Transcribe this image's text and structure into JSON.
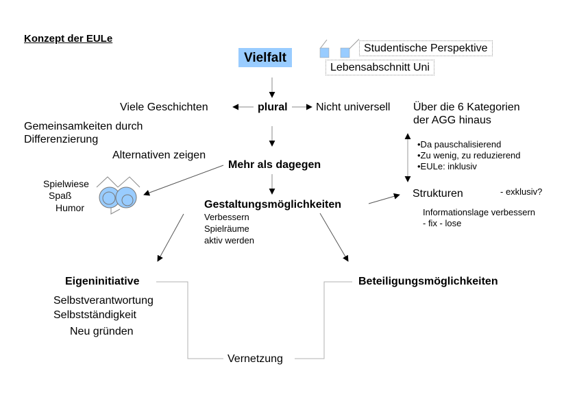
{
  "title": "Konzept der EULe",
  "central": "Vielfalt",
  "perspectives": [
    "Studentische Perspektive",
    "Lebensabschnitt Uni"
  ],
  "plural": {
    "label": "plural",
    "left": "Viele Geschichten",
    "right": "Nicht universell"
  },
  "gemeinsamkeiten": [
    "Gemeinsamkeiten durch",
    "Differenzierung"
  ],
  "alternativen": "Alternativen zeigen",
  "mehr": "Mehr als dagegen",
  "spiel": [
    "Spielwiese",
    "Spaß",
    "Humor"
  ],
  "kategorien": [
    "Über die 6 Kategorien",
    "der AGG hinaus"
  ],
  "bullets": [
    "•Da pauschalisierend",
    "•Zu wenig, zu reduzierend",
    "•EULe: inklusiv"
  ],
  "strukturen": {
    "label": "Strukturen",
    "note": "- exklusiv?",
    "info": [
      "Informationslage verbessern",
      "- fix - lose"
    ]
  },
  "gestaltung": {
    "label": "Gestaltungsmöglichkeiten",
    "items": [
      "Verbessern",
      "Spielräume",
      "aktiv werden"
    ]
  },
  "eigen": {
    "label": "Eigeninitiative",
    "items": [
      "Selbstverantwortung",
      "Selbstständigkeit",
      "Neu gründen"
    ]
  },
  "beteiligung": "Beteiligungsmöglichkeiten",
  "vernetzung": "Vernetzung",
  "colors": {
    "accent": "#99ccff",
    "line": "#b0b0b0",
    "arrow": "#000000"
  }
}
